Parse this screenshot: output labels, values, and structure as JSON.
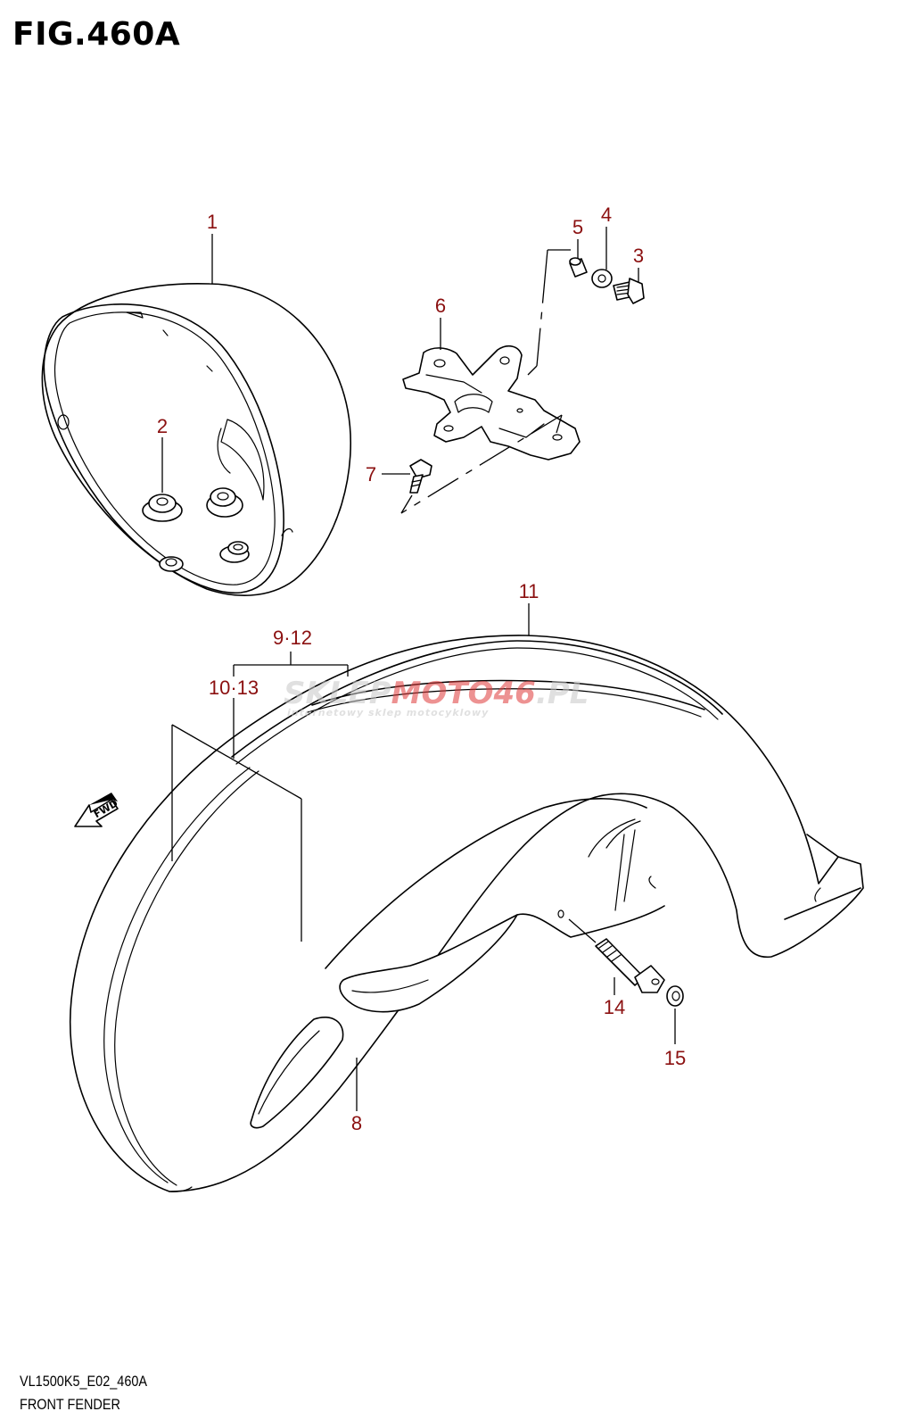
{
  "figure": {
    "title": "FIG.460A",
    "code": "VL1500K5_E02_460A",
    "section": "FRONT FENDER"
  },
  "watermark": {
    "brand_part1": "SKLEP",
    "brand_part2": "MOTO",
    "brand_part3": "46",
    "brand_part4": ".PL",
    "tagline": "internetowy sklep motocyklowy"
  },
  "fwd_label": "FWD",
  "callouts": {
    "c1": "1",
    "c2": "2",
    "c3": "3",
    "c4": "4",
    "c5": "5",
    "c6": "6",
    "c7": "7",
    "c8": "8",
    "c9_12": "9·12",
    "c10_13": "10·13",
    "c11": "11",
    "c14": "14",
    "c15": "15"
  },
  "colors": {
    "callout": "#8b1010",
    "line": "#000000",
    "watermark_red": "#e03a3a",
    "watermark_gray": "#c8c8c8"
  }
}
